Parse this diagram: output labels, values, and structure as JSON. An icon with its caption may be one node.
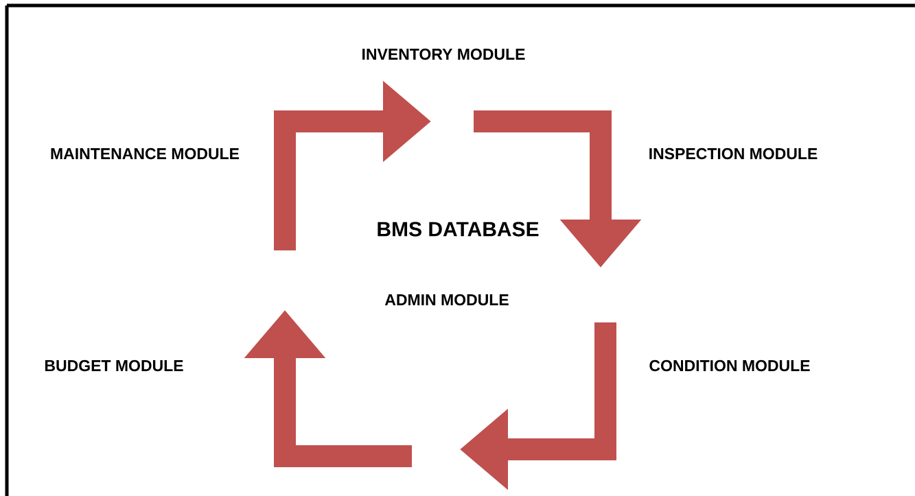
{
  "diagram": {
    "nodes": [
      {
        "text": [
          "INVENTORY MODULE"
        ]
      },
      {
        "text": [
          "MAINTENANCE MODULE"
        ]
      },
      {
        "text": [
          "INSPECTION MODULE"
        ]
      },
      {
        "text": [
          "BMS DATABASE"
        ]
      },
      {
        "text": [
          "ADMIN MODULE"
        ]
      },
      {
        "text": [
          "BUDGET MODULE"
        ]
      },
      {
        "text": [
          "CONDITION MODULE"
        ]
      }
    ]
  }
}
